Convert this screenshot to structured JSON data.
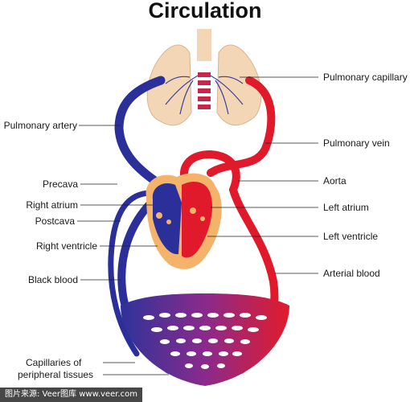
{
  "title": "Circulation",
  "labels": {
    "pulmonary_artery": "Pulmonary artery",
    "precava": "Precava",
    "right_atrium": "Right atrium",
    "postcava": "Postcava",
    "right_ventricle": "Right ventricle",
    "black_blood": "Black blood",
    "capillaries_line1": "Capillaries of",
    "capillaries_line2": "peripheral tissues",
    "pulmonary_capillary": "Pulmonary capillary",
    "pulmonary_vein": "Pulmonary vein",
    "aorta": "Aorta",
    "left_atrium": "Left atrium",
    "left_ventricle": "Left ventricle",
    "arterial_blood": "Arterial blood"
  },
  "credit": "图片来源: Veer图库 www.veer.com",
  "colors": {
    "venous": "#2a2f9a",
    "arterial": "#e01a2a",
    "lung": "#f2d6b6",
    "heart_outline": "#f4b36a",
    "leader": "#222222"
  }
}
